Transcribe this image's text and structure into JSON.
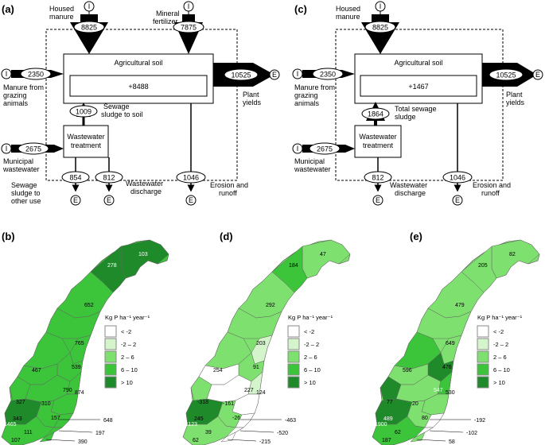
{
  "panels": {
    "a": "(a)",
    "b": "(b)",
    "c": "(c)",
    "d": "(d)",
    "e": "(e)"
  },
  "flow_a": {
    "housed_manure": [
      "Housed",
      "manure"
    ],
    "housed_manure_value": "8825",
    "mineral_fertilizer": [
      "Mineral",
      "fertilizer"
    ],
    "mineral_fertilizer_value": "7875",
    "agri_soil": "Agricultural soil",
    "balance": "+8488",
    "grazing_label": [
      "Manure from",
      "grazing",
      "animals"
    ],
    "grazing_value": "2350",
    "plant_yields_value": "10525",
    "plant_yields_label": [
      "Plant",
      "yields"
    ],
    "sludge_label": [
      "Sewage",
      "sludge to soil"
    ],
    "sludge_value": "1009",
    "wwt": [
      "Wastewater",
      "treatment"
    ],
    "municipal_label": [
      "Municipal",
      "wastewater"
    ],
    "municipal_value": "2675",
    "other_use_value": "854",
    "other_use_label": [
      "Sewage",
      "sludge to",
      "other use"
    ],
    "discharge_value": "812",
    "discharge_label": [
      "Wastewater",
      "discharge"
    ],
    "erosion_value": "1046",
    "erosion_label": [
      "Erosion and",
      "runoff"
    ],
    "input_symbol": "I",
    "export_symbol": "E"
  },
  "flow_c": {
    "housed_manure": [
      "Housed",
      "manure"
    ],
    "housed_manure_value": "8825",
    "agri_soil": "Agricultural soil",
    "balance": "+1467",
    "grazing_label": [
      "Manure from",
      "grazing",
      "animals"
    ],
    "grazing_value": "2350",
    "plant_yields_value": "10525",
    "plant_yields_label": [
      "Plant",
      "yields"
    ],
    "sludge_label": [
      "Total sewage",
      "sludge"
    ],
    "sludge_value": "1864",
    "wwt": [
      "Wastewater",
      "treatment"
    ],
    "municipal_label": [
      "Municipal",
      "wastewater"
    ],
    "municipal_value": "2675",
    "discharge_value": "812",
    "discharge_label": [
      "Wastewater",
      "discharge"
    ],
    "erosion_value": "1046",
    "erosion_label": [
      "Erosion and",
      "runoff"
    ],
    "input_symbol": "I",
    "export_symbol": "E"
  },
  "legend": {
    "title": "Kg P ha⁻¹ year⁻¹",
    "items": [
      {
        "label": "< -2",
        "color": "#ffffff"
      },
      {
        "label": "-2 – 2",
        "color": "#d4f5cc"
      },
      {
        "label": "2 – 6",
        "color": "#7ee06e"
      },
      {
        "label": "6 – 10",
        "color": "#3cc43a"
      },
      {
        "label": "> 10",
        "color": "#1f8a2a"
      }
    ]
  },
  "map_b": [
    "103",
    "278",
    "652",
    "765",
    "539",
    "467",
    "790",
    "874",
    "327",
    "343",
    "310",
    "157",
    "1465",
    "111",
    "107",
    "648",
    "197",
    "390"
  ],
  "map_d": [
    "47",
    "184",
    "292",
    "203",
    "91",
    "254",
    "227",
    "124",
    "-318",
    "245",
    "-161",
    "-26",
    "1123",
    "39",
    "62",
    "-463",
    "-520",
    "-215"
  ],
  "map_e": [
    "82",
    "205",
    "479",
    "649",
    "476",
    "596",
    "547",
    "530",
    "77",
    "489",
    "20",
    "80",
    "1900",
    "62",
    "187",
    "-192",
    "-102",
    "58"
  ],
  "colors": {
    "dark_green": "#1f8a2a",
    "mid_green": "#3cc43a",
    "light_green": "#7ee06e",
    "pale_green": "#d4f5cc",
    "white": "#ffffff"
  }
}
